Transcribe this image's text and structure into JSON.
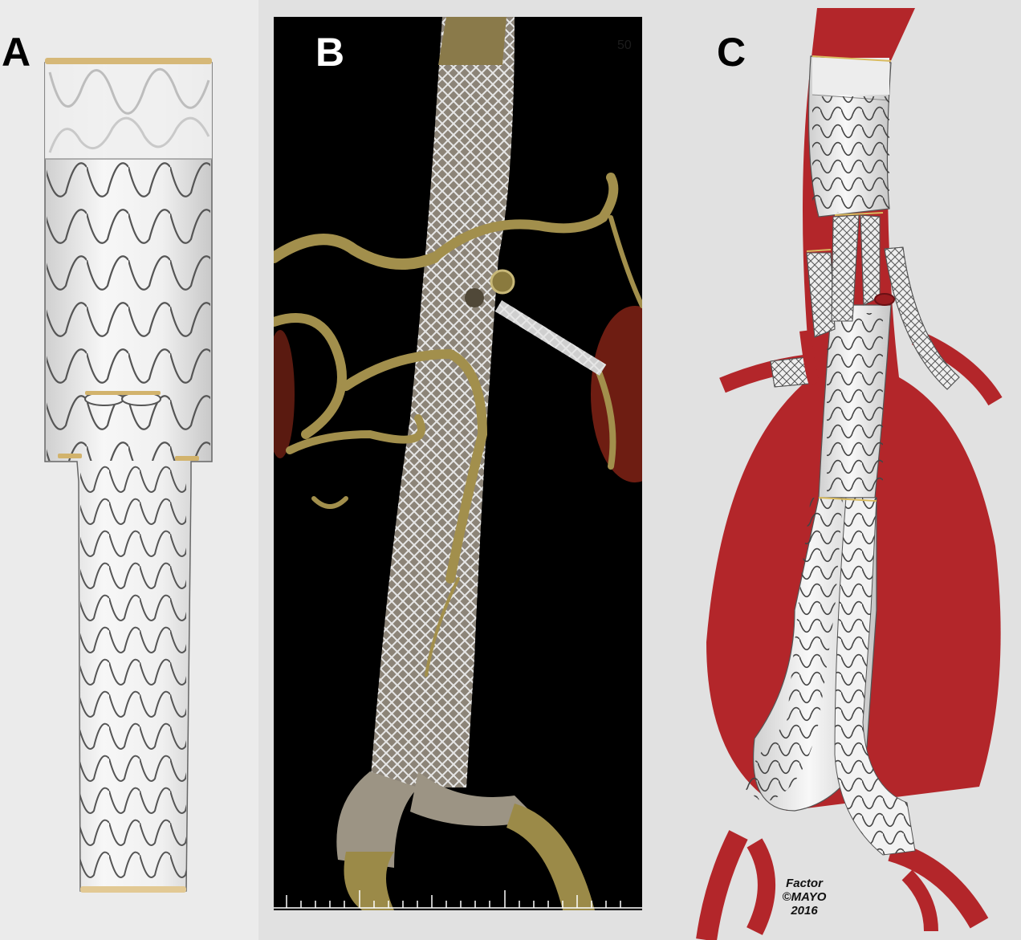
{
  "figure": {
    "panels": [
      {
        "id": "A",
        "label": "A",
        "description": "Fenestrated stent-graft device illustration",
        "label_color": "#000000",
        "background": "#ebebeb"
      },
      {
        "id": "B",
        "label": "B",
        "description": "3D CT volume rendering of deployed endograft with branch stents",
        "label_color": "#ffffff",
        "background": "#000000",
        "corner_text": "50"
      },
      {
        "id": "C",
        "label": "C",
        "description": "Illustration of branched endograft within abdominal aortic aneurysm",
        "label_color": "#000000",
        "background": "#e1e1e1"
      }
    ],
    "credit": {
      "line1": "Factor",
      "line2": "©MAYO",
      "line3": "2016"
    },
    "colors": {
      "vessel_red": "#b3262a",
      "graft_white": "#f1f1f1",
      "stent_wire": "#4a4a4a",
      "marker_gold": "#d4b46a",
      "ct_vessel": "#a28f4c"
    },
    "scale_bar": {
      "major_ticks": 4,
      "minor_ticks": 24
    }
  }
}
